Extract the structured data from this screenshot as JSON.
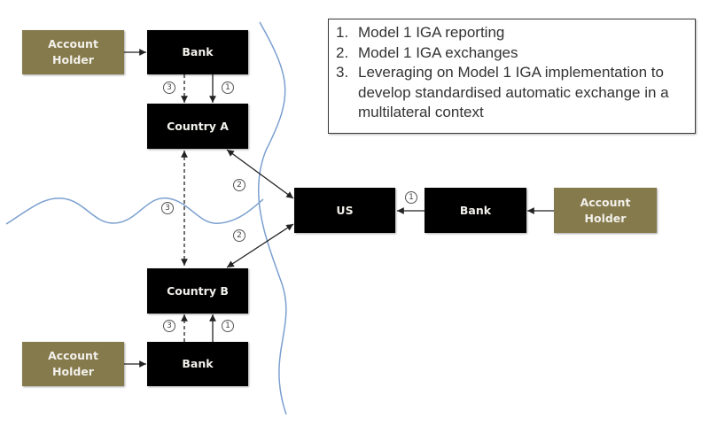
{
  "legend": {
    "items": [
      {
        "num": "1.",
        "text": "Model 1 IGA reporting"
      },
      {
        "num": "2.",
        "text": "Model 1 IGA exchanges"
      },
      {
        "num": "3.",
        "text": "Leveraging on Model 1 IGA implementation to develop standardised automatic exchange in a multilateral context"
      }
    ]
  },
  "nodes": {
    "account_holder_top": "Account\nHolder",
    "bank_top": "Bank",
    "country_a": "Country A",
    "us": "US",
    "bank_right": "Bank",
    "account_holder_right": "Account\nHolder",
    "country_b": "Country B",
    "bank_bottom": "Bank",
    "account_holder_bottom": "Account\nHolder"
  },
  "badges": {
    "top_3": "3",
    "top_1": "1",
    "mid_3": "3",
    "upper_2": "2",
    "lower_2": "2",
    "right_1": "1",
    "bottom_3": "3",
    "bottom_1": "1"
  },
  "colors": {
    "node_dark": "#000000",
    "node_account_holder": "#857a4c",
    "border_line": "#7a9fcf"
  }
}
